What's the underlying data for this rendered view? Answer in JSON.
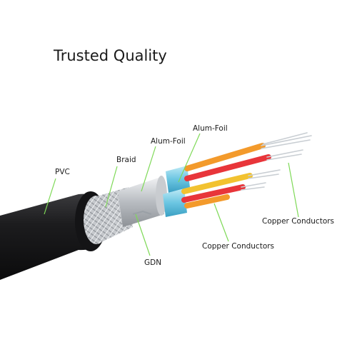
{
  "title": "Trusted Quality",
  "labels": {
    "pvc": "PVC",
    "braid": "Braid",
    "alum_foil_1": "Alum-Foil",
    "alum_foil_2": "Alum-Foil",
    "gdn": "GDN",
    "copper_conductors_1": "Copper Conductors",
    "copper_conductors_2": "Copper Conductors"
  },
  "colors": {
    "jacket": "#1c1c1e",
    "braid": "#b9bcc0",
    "foil": "#d6d9dd",
    "pair_foil": "#7fcfe6",
    "wire_orange": "#f39a2b",
    "wire_red": "#e8353a",
    "wire_yellow": "#f2c230",
    "copper_strand": "#c9ced3",
    "leader": "#7ed957"
  }
}
